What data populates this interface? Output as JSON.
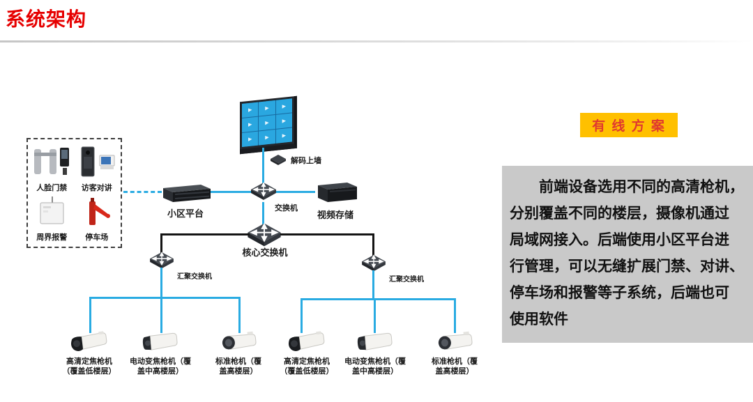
{
  "page": {
    "title": "系统架构"
  },
  "right_panel": {
    "badge": "有 线 方 案",
    "description": "　　前端设备选用不同的高清枪机，\n分别覆盖不同的楼层，摄像机通过\n局域网接入。后端使用小区平台进\n行管理，可以无缝扩展门禁、对讲、\n停车场和报警等子系统，后端也可\n使用软件"
  },
  "diagram": {
    "decoder_label": "解码上墙",
    "platform_label": "小区平台",
    "switch_label": "交换机",
    "storage_label": "视频存储",
    "core_switch_label": "核心交换机",
    "agg_switch_left_label": "汇聚交换机",
    "agg_switch_right_label": "汇聚交换机",
    "subsystems": [
      {
        "label": "人脸门禁"
      },
      {
        "label": "访客对讲"
      },
      {
        "label": "周界报警"
      },
      {
        "label": "停车场"
      }
    ],
    "cameras": [
      {
        "line1": "高清定焦枪机",
        "line2": "（覆盖低楼层）"
      },
      {
        "line1": "电动变焦枪机（覆",
        "line2": "盖中高楼层）"
      },
      {
        "line1": "标准枪机（覆",
        "line2": "盖高楼层）"
      },
      {
        "line1": "高清定焦枪机",
        "line2": "（覆盖低楼层）"
      },
      {
        "line1": "电动变焦枪机（覆",
        "line2": "盖中高楼层）"
      },
      {
        "line1": "标准枪机（覆",
        "line2": "盖高楼层）"
      }
    ],
    "colors": {
      "link": "#29ABE2",
      "trunk": "#141414",
      "title": "#E60000",
      "badge_bg": "#FFC000",
      "badge_text": "#E0392F",
      "desc_bg": "#C9C9C9"
    }
  },
  "icons": {
    "play": "▶"
  }
}
